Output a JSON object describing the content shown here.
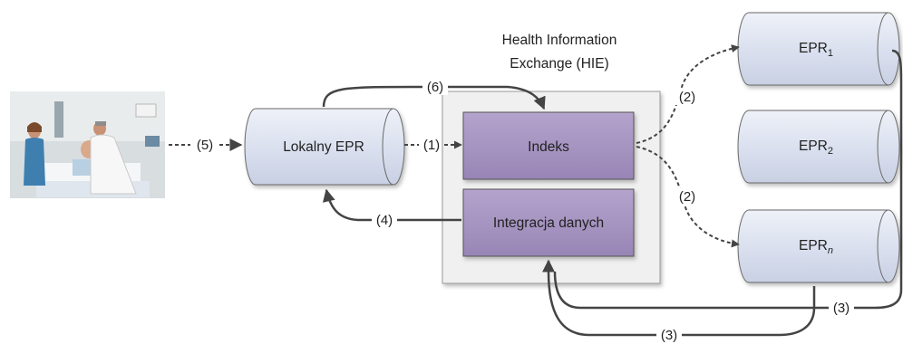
{
  "hie": {
    "title_line1": "Health Information",
    "title_line2": "Exchange (HIE)"
  },
  "nodes": {
    "lokalny": "Lokalny EPR",
    "indeks": "Indeks",
    "integracja": "Integracja danych",
    "epr1": {
      "base": "EPR",
      "sub": "1"
    },
    "epr2": {
      "base": "EPR",
      "sub": "2"
    },
    "eprn": {
      "base": "EPR",
      "sub": "n"
    }
  },
  "edges": {
    "e5": "(5)",
    "e6": "(6)",
    "e1": "(1)",
    "e4": "(4)",
    "e2a": "(2)",
    "e2b": "(2)",
    "e3a": "(3)",
    "e3b": "(3)"
  },
  "colors": {
    "cylinder_fill": "#dde3f0",
    "cylinder_stroke": "#6b6b6b",
    "box_fill": "#a28fbe",
    "box_stroke": "#555555",
    "hie_fill": "#f0f0f0",
    "arrow": "#444444"
  }
}
